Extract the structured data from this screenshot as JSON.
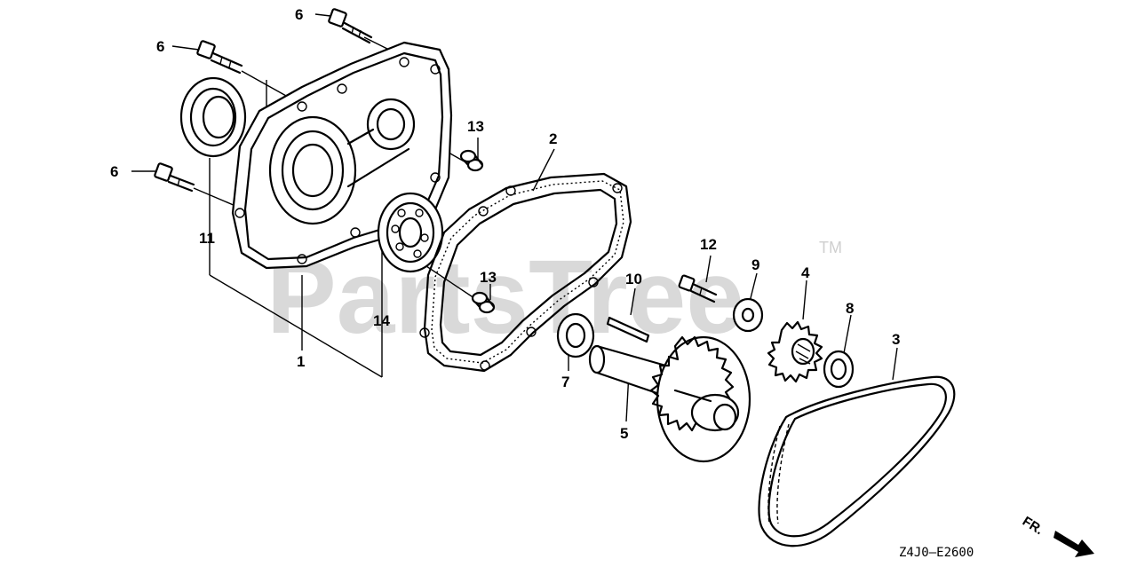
{
  "watermark": {
    "text": "PartsTree",
    "trademark": "TM"
  },
  "diagram_code": "Z4J0—E2600",
  "direction_label": "FR.",
  "callouts": {
    "c1": "1",
    "c2": "2",
    "c3": "3",
    "c4": "4",
    "c5": "5",
    "c6a": "6",
    "c6b": "6",
    "c6c": "6",
    "c7": "7",
    "c8": "8",
    "c9": "9",
    "c10": "10",
    "c11": "11",
    "c12": "12",
    "c13a": "13",
    "c13b": "13",
    "c14": "14"
  }
}
